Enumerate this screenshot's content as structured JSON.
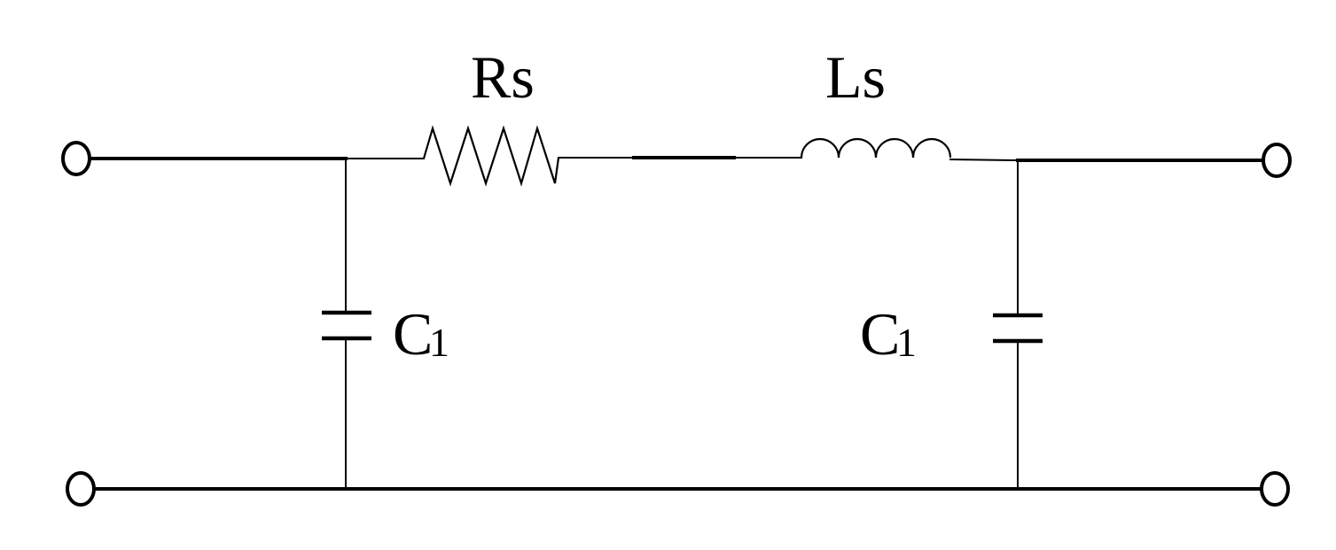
{
  "diagram": {
    "labels": {
      "resistor": "Rs",
      "inductor": "Ls",
      "cap_left_letter": "C",
      "cap_left_sub": "1",
      "cap_right_letter": "C",
      "cap_right_sub": "1"
    },
    "colors": {
      "line": "#000000",
      "background": "#ffffff"
    }
  }
}
